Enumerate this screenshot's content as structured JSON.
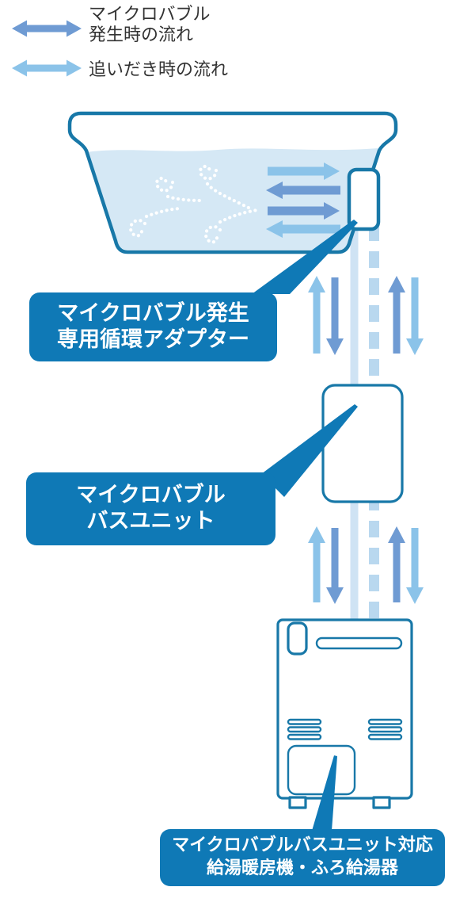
{
  "legend": {
    "microbubble": {
      "line1": "マイクロバブル",
      "line2": "発生時の流れ"
    },
    "reheat": {
      "label": "追いだき時の流れ"
    }
  },
  "callouts": {
    "adapter": {
      "line1": "マイクロバブル発生",
      "line2": "専用循環アダプター"
    },
    "bath_unit": {
      "line1": "マイクロバブル",
      "line2": "バスユニット"
    },
    "heater": {
      "line1": "マイクロバブルバスユニット対応",
      "line2": "給湯暖房機・ふろ給湯器"
    }
  },
  "colors": {
    "outline": "#1878a8",
    "label_bg": "#0f79b6",
    "arrow_dark": "#6f9bd3",
    "arrow_light": "#8bc3e9",
    "water": "#d5e8f5",
    "pipe_solid": "#cfe3f4",
    "pipe_dashed": "#b9d8ef",
    "legend_text": "#333333"
  }
}
